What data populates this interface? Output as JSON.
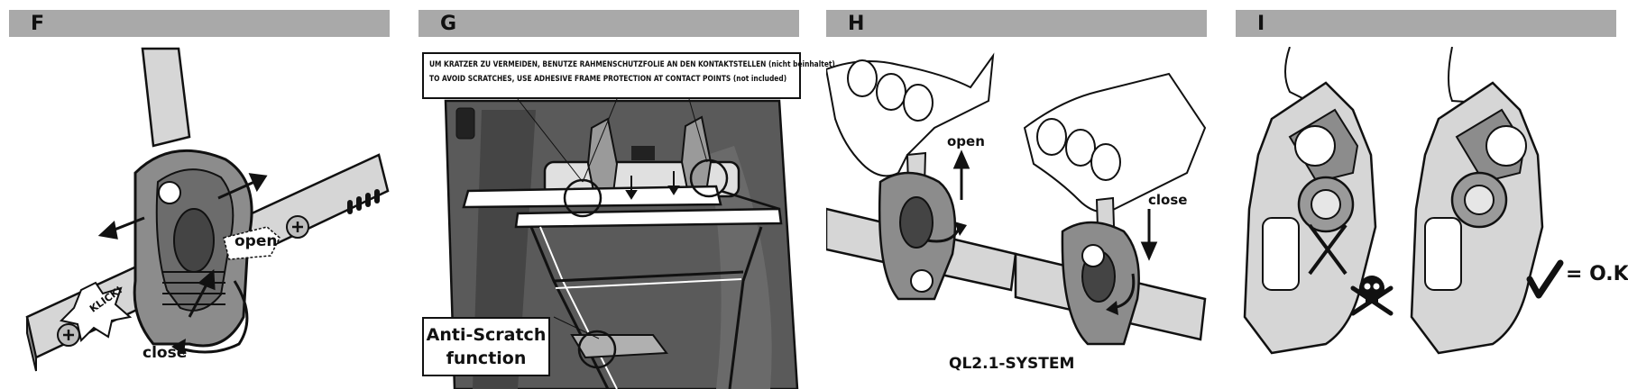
{
  "panels": [
    {
      "letter": "F",
      "labels": {
        "open": "open",
        "close": "close",
        "klick": "KLICK!"
      }
    },
    {
      "letter": "G",
      "note_de": "UM KRATZER ZU VERMEIDEN, BENUTZE RAHMENSCHUTZFOLIE AN DEN KONTAKTSTELLEN (nicht beinhaltet)",
      "note_en": "TO AVOID SCRATCHES, USE ADHESIVE FRAME PROTECTION AT CONTACT POINTS (not included)",
      "callout_line1": "Anti-Scratch",
      "callout_line2": "function"
    },
    {
      "letter": "H",
      "labels": {
        "open": "open",
        "close": "close",
        "system": "QL2.1-SYSTEM"
      }
    },
    {
      "letter": "I",
      "labels": {
        "ok": "= O.K."
      }
    }
  ],
  "colors": {
    "header": "#a9a9a9",
    "ink": "#111111",
    "part_gray": "#8c8c8c",
    "light_gray": "#d6d6d6"
  },
  "icons": [
    "arrow-icon",
    "skull-crossbones-icon",
    "checkmark-icon",
    "x-mark-icon",
    "screw-icon",
    "hand-icon"
  ]
}
